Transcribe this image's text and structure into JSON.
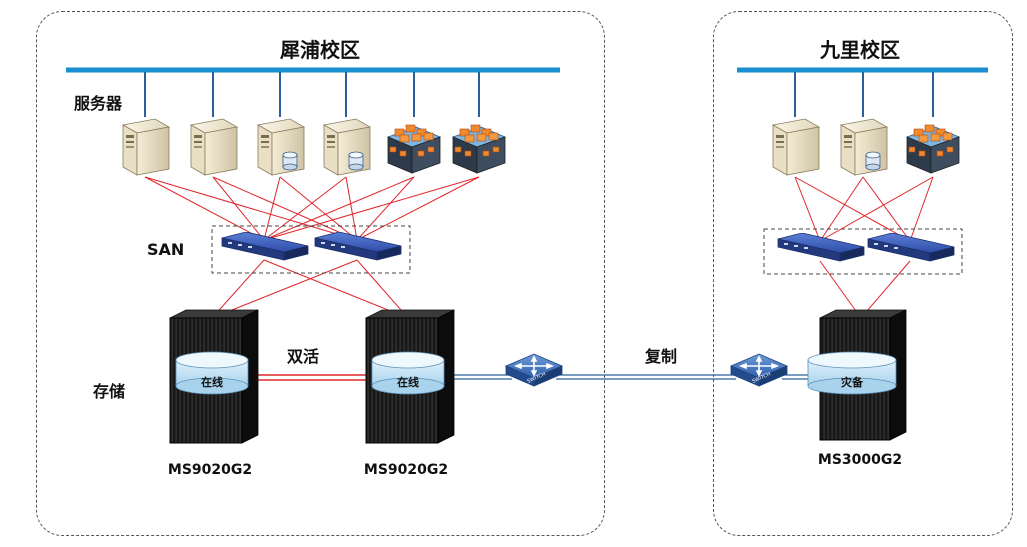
{
  "campuses": [
    {
      "title": "犀浦校区"
    },
    {
      "title": "九里校区"
    }
  ],
  "labels": {
    "servers": "服务器",
    "san": "SAN",
    "storage": "存储",
    "active_active": "双活",
    "replication": "复制"
  },
  "storage_units": [
    {
      "disk_label": "在线",
      "model": "MS9020G2"
    },
    {
      "disk_label": "在线",
      "model": "MS9020G2"
    },
    {
      "disk_label": "灾备",
      "model": "MS3000G2"
    }
  ],
  "switch_text": "SWITCH",
  "colors": {
    "bus": "#1a8fd0",
    "link_red": "#e0252a",
    "link_blue": "#2a5f9e",
    "san_switch": "#3355aa"
  },
  "icons": {
    "tower_server": "tower-server-icon",
    "db_server": "database-server-icon",
    "virtual_host": "virtual-host-icon",
    "fc_switch": "fc-switch-icon",
    "storage_rack": "storage-rack-icon",
    "network_switch": "network-switch-icon"
  }
}
